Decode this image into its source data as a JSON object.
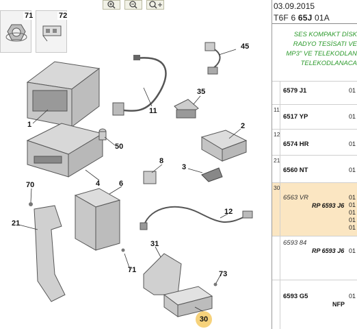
{
  "toolbar": {
    "zoom_in_icon": "zoom-in-icon",
    "zoom_out_icon": "zoom-out-icon",
    "pan_zoom_icon": "zoom-pan-icon"
  },
  "thumbnails": [
    {
      "num": "71"
    },
    {
      "num": "72"
    }
  ],
  "labels": [
    "45",
    "35",
    "1",
    "11",
    "2",
    "50",
    "3",
    "4",
    "8",
    "70",
    "6",
    "12",
    "21",
    "31",
    "71",
    "73",
    "30"
  ],
  "panel": {
    "date": "03.09.2015",
    "code_prefix": "T6F 6 ",
    "code_bold": "65J",
    "code_suffix": " 01A",
    "green_lines": [
      "SES KOMPAKT DİSK",
      "RADYO TESİSATI VE",
      "MP3\" VE TELEKODLAN",
      "TELEKODLANACA"
    ],
    "rows": [
      {
        "idx": "",
        "ref": "6579 J1",
        "qty": [
          "01"
        ],
        "sub": "",
        "nfp": "",
        "selected": false
      },
      {
        "idx": "11",
        "ref": "6517 YP",
        "qty": [
          "01"
        ],
        "sub": "",
        "nfp": "",
        "selected": false
      },
      {
        "idx": "12",
        "ref": "6574 HR",
        "qty": [
          "01"
        ],
        "sub": "",
        "nfp": "",
        "selected": false
      },
      {
        "idx": "21",
        "ref": "6560 NT",
        "qty": [
          "01"
        ],
        "sub": "",
        "nfp": "",
        "selected": false
      },
      {
        "idx": "30",
        "ref": "6563 VR",
        "qty": [
          "01",
          "01",
          "01",
          "01",
          "01"
        ],
        "sub": "RP 6593 J6",
        "nfp": "",
        "selected": true
      },
      {
        "idx": "",
        "ref": "6593 84",
        "qty": [
          "01"
        ],
        "sub": "RP 6593 J6",
        "nfp": "",
        "selected": false
      },
      {
        "idx": "",
        "ref": "6593 G5",
        "qty": [
          "01"
        ],
        "sub": "",
        "nfp": "NFP",
        "selected": false
      }
    ]
  },
  "colors": {
    "highlight": "#fbe6c2",
    "green_text": "#2c9a2c",
    "circle": "#f6d27b"
  }
}
